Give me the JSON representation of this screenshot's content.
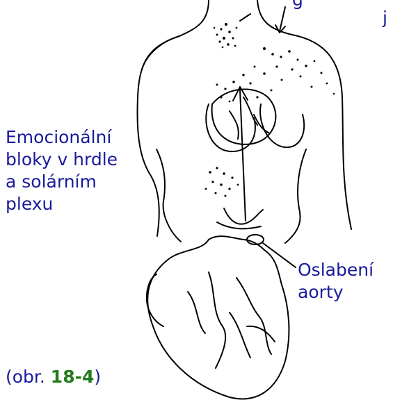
{
  "labels": {
    "top_right_fragment": "g",
    "top_right_j": "j",
    "emotional_blocks": "Emocionální\nbloky v hrdle\na solárním\nplexu",
    "aorta_weakness": "Oslabení\naorty"
  },
  "caption": {
    "prefix": "(obr. ",
    "figure_number": "18-4",
    "suffix": ")"
  },
  "colors": {
    "label_text": "#1a1a9c",
    "figure_number": "#237a1c",
    "line_art": "#000000"
  }
}
